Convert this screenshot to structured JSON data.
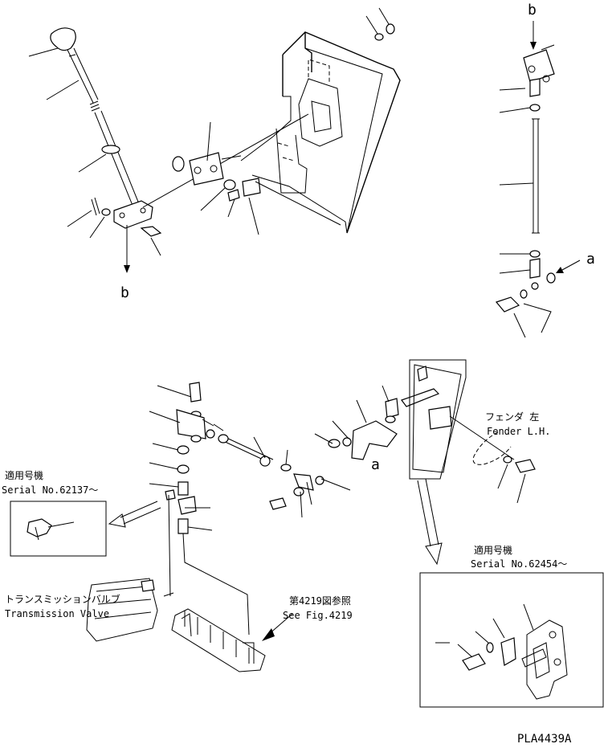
{
  "labels": {
    "ref_b": "b",
    "ref_a": "a",
    "fender_jp": "フェンダ 左",
    "fender_en": "Fender L.H.",
    "serial_header_jp": "適用号機",
    "serial_left": "Serial No.62137～",
    "serial_right": "Serial No.62454～",
    "trans_valve_jp": "トランスミッションバルブ",
    "trans_valve_en": "Transmission Valve",
    "see_fig_jp": "第4219図参照",
    "see_fig_en": "See Fig.4219",
    "drawing_number": "PLA4439A"
  }
}
